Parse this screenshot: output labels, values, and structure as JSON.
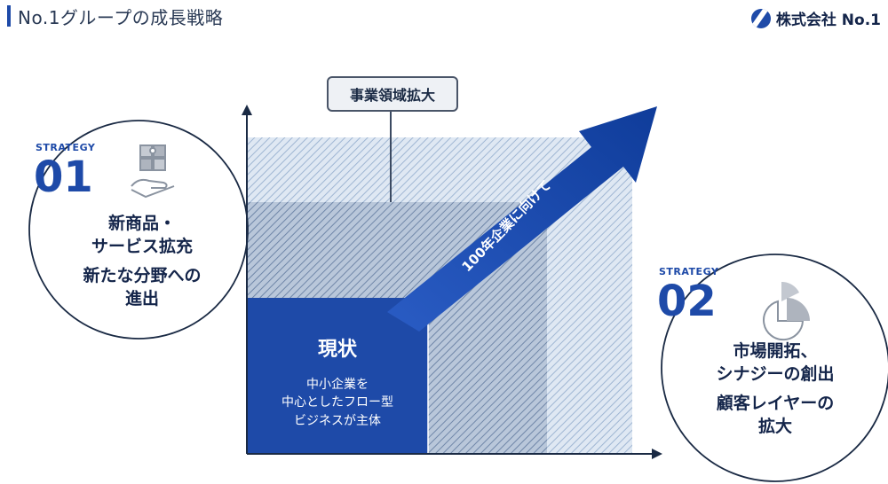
{
  "header": {
    "title": "No.1グループの成長戦略",
    "logo_text": "株式会社 No.1"
  },
  "diagram": {
    "box_label": "事業領域拡大",
    "arrow_label": "100年企業に向けて",
    "current": {
      "title": "現状",
      "description_lines": [
        "中小企業を",
        "中心としたフロー型",
        "ビジネスが主体"
      ]
    }
  },
  "strategies": [
    {
      "label": "STRATEGY",
      "number": "01",
      "icon": "puzzle-hand-icon",
      "lines": [
        "新商品・",
        "サービス拡充",
        "新たな分野への",
        "進出"
      ]
    },
    {
      "label": "STRATEGY",
      "number": "02",
      "icon": "pie-chart-icon",
      "lines": [
        "市場開拓、",
        "シナジーの創出",
        "顧客レイヤーの",
        "拡大"
      ]
    }
  ],
  "colors": {
    "primary": "#1e4aa8",
    "navy_text": "#14254a",
    "hatch_light": "#c7d6ea",
    "hatch_mid": "#8ea4c3"
  }
}
